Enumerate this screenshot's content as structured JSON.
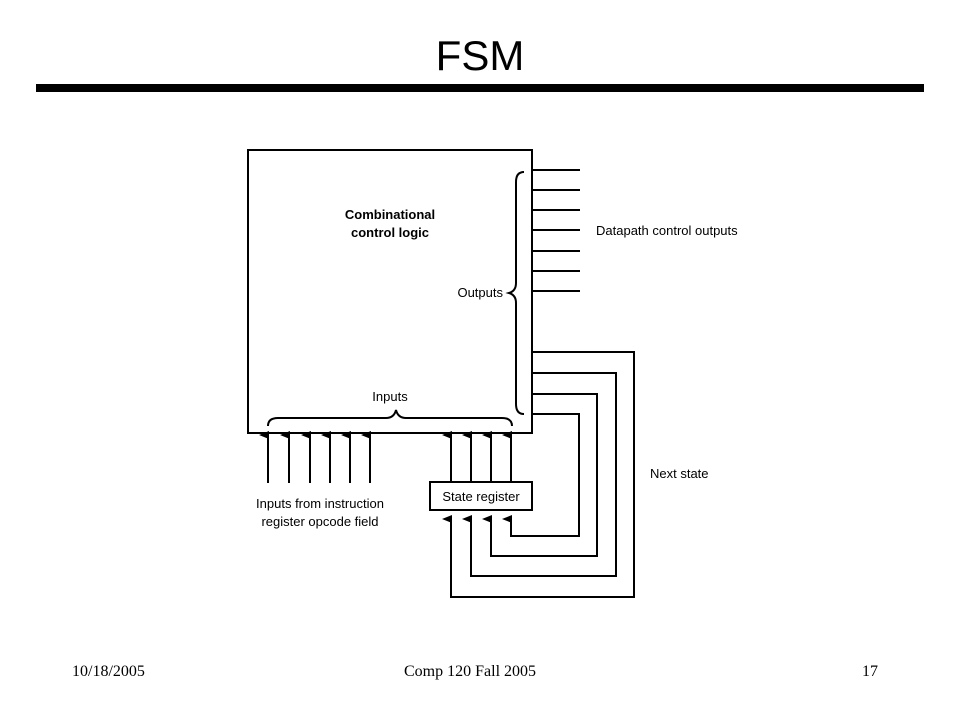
{
  "slide": {
    "title": "FSM",
    "footer_date": "10/18/2005",
    "footer_course": "Comp 120 Fall 2005",
    "footer_page": "17"
  },
  "diagram": {
    "logic_block_label_line1": "Combinational",
    "logic_block_label_line2": "control logic",
    "outputs_label": "Outputs",
    "datapath_outputs_label": "Datapath control outputs",
    "inputs_label": "Inputs",
    "opcode_label_line1": "Inputs from instruction",
    "opcode_label_line2": "register opcode field",
    "state_register_label": "State register",
    "next_state_label": "Next state"
  }
}
